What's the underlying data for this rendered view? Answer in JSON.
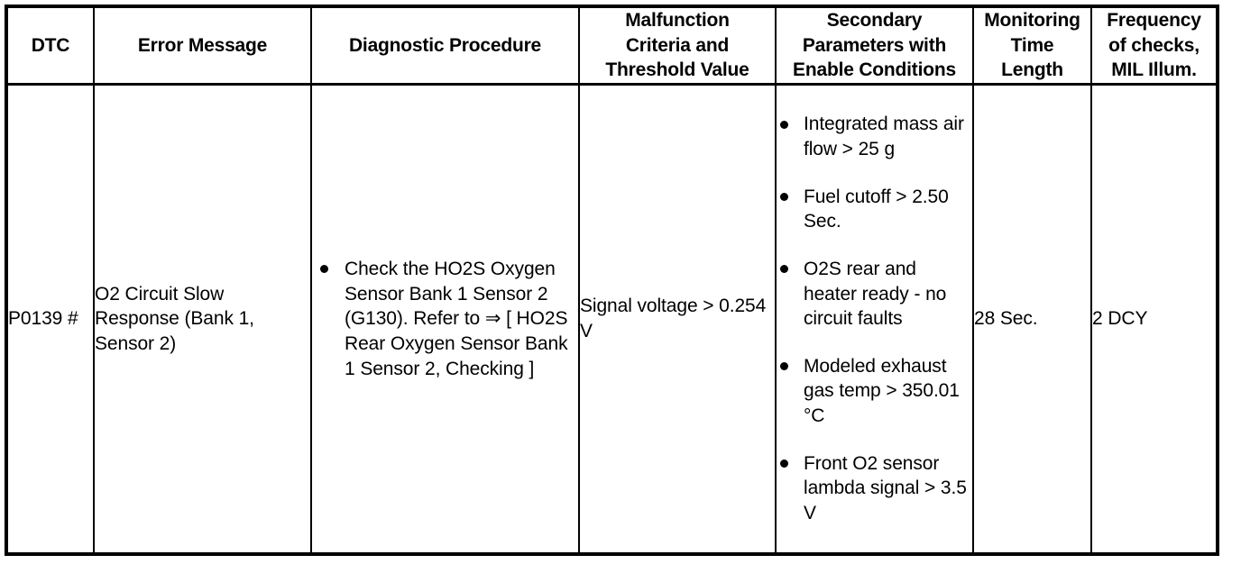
{
  "table": {
    "columns": [
      {
        "key": "dtc",
        "header": "DTC"
      },
      {
        "key": "error",
        "header": "Error Message"
      },
      {
        "key": "diag",
        "header": "Diagnostic Procedure"
      },
      {
        "key": "malf",
        "header": "Malfunction Criteria and Threshold Value"
      },
      {
        "key": "secondary",
        "header": "Secondary Parameters with Enable Conditions"
      },
      {
        "key": "monitor",
        "header": "Monitoring Time Length"
      },
      {
        "key": "freq",
        "header": "Frequency of checks, MIL Illum."
      }
    ],
    "headers": {
      "dtc": "DTC",
      "error": "Error Message",
      "diag": "Diagnostic Procedure",
      "malf_line1": "Malfunction",
      "malf_line2": "Criteria and",
      "malf_line3": "Threshold Value",
      "secondary_line1": "Secondary",
      "secondary_line2": "Parameters with",
      "secondary_line3": "Enable Conditions",
      "monitor_line1": "Monitoring",
      "monitor_line2": "Time",
      "monitor_line3": "Length",
      "freq_line1": "Frequency",
      "freq_line2": "of checks,",
      "freq_line3": "MIL Illum."
    },
    "rows": [
      {
        "dtc": "P0139 #",
        "error": "O2 Circuit Slow Response (Bank 1, Sensor 2)",
        "diagnostic_procedure": [
          "Check the HO2S Oxygen Sensor Bank 1 Sensor 2 (G130). Refer to ⇒ [ HO2S Rear Oxygen Sensor Bank 1 Sensor 2, Checking ]"
        ],
        "malfunction_criteria": "Signal voltage > 0.254 V",
        "secondary_parameters": [
          "Integrated mass air flow > 25 g",
          "Fuel cutoff > 2.50 Sec.",
          "O2S rear and heater ready - no circuit faults",
          "Modeled exhaust gas temp > 350.01 °C",
          "Front O2 sensor lambda signal > 3.5 V"
        ],
        "monitoring_time_length": "28 Sec.",
        "frequency_of_checks": "2 DCY"
      }
    ]
  }
}
